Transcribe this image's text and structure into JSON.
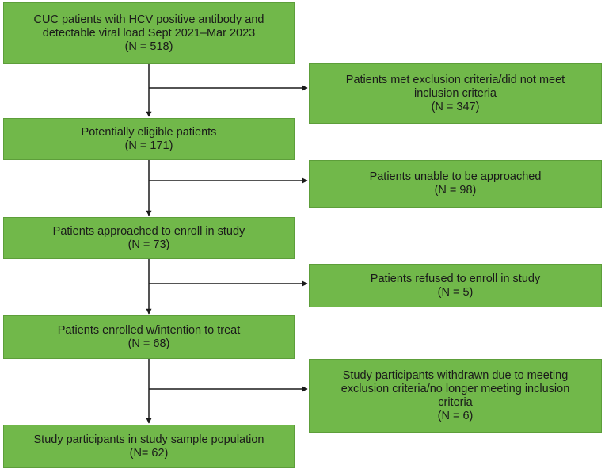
{
  "flow": [
    {
      "lines": [
        "CUC patients with HCV positive antibody and",
        "detectable viral load Sept 2021–Mar 2023",
        "(N = 518)"
      ]
    },
    {
      "lines": [
        "Potentially eligible patients",
        "(N = 171)"
      ]
    },
    {
      "lines": [
        "Patients approached to enroll in study",
        "(N = 73)"
      ]
    },
    {
      "lines": [
        "Patients enrolled w/intention to treat",
        "(N = 68)"
      ]
    },
    {
      "lines": [
        "Study participants in study sample population",
        "(N= 62)"
      ]
    }
  ],
  "exclusions": [
    {
      "lines": [
        "Patients met exclusion criteria/did not meet",
        "inclusion criteria",
        "(N = 347)"
      ]
    },
    {
      "lines": [
        "Patients unable to be approached",
        "(N = 98)"
      ]
    },
    {
      "lines": [
        "Patients refused to enroll in study",
        "(N = 5)"
      ]
    },
    {
      "lines": [
        "Study participants withdrawn due to meeting",
        "exclusion criteria/no longer meeting inclusion",
        "criteria",
        "(N = 6)"
      ]
    }
  ],
  "colors": {
    "box_fill": "#71b84a",
    "box_border": "#5d9e3a",
    "arrow": "#1a1a1a"
  }
}
